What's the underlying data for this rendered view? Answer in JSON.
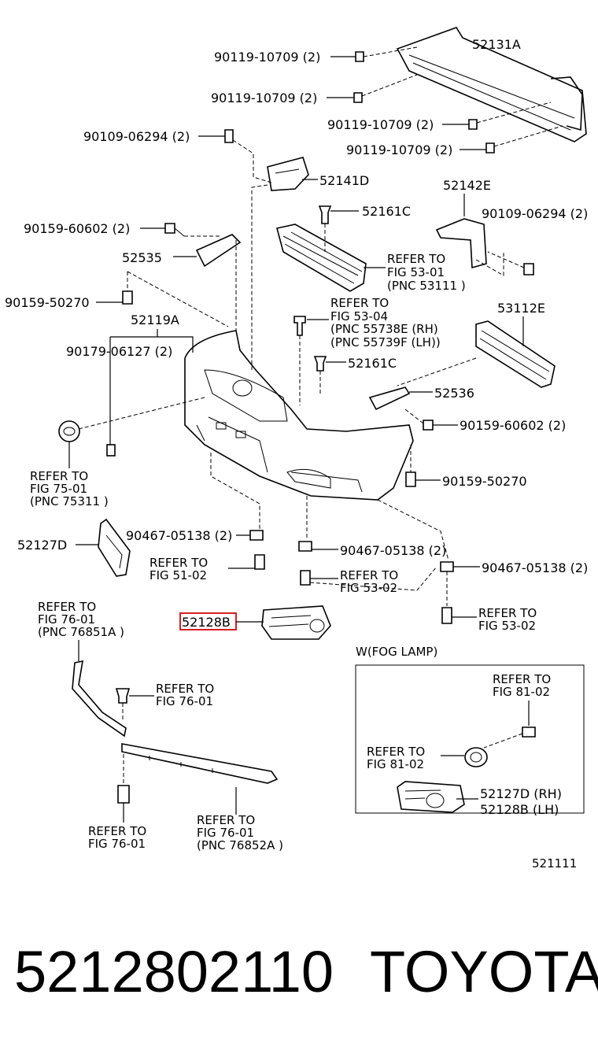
{
  "diagram": {
    "labels": {
      "p52131A": "52131A",
      "b1": "90119-10709 (2)",
      "b2": "90119-10709 (2)",
      "b3": "90119-10709 (2)",
      "b4": "90119-10709 (2)",
      "c1": "90109-06294 (2)",
      "p52141D": "52141D",
      "p52142E": "52142E",
      "c2": "90109-06294 (2)",
      "p52161C_a": "52161C",
      "s1": "90159-60602 (2)",
      "p52535": "52535",
      "ref1_a": "REFER  TO",
      "ref1_b": "FIG   53-01",
      "ref1_c": "(PNC 53111 )",
      "s2": "90159-50270",
      "ref2_a": "REFER  TO",
      "ref2_b": "FIG   53-04",
      "ref2_c": "(PNC 55738E (RH)",
      "ref2_d": "(PNC 55739F (LH))",
      "p53112E": "53112E",
      "p52119A": "52119A",
      "c3": "90179-06127 (2)",
      "p52161C_b": "52161C",
      "p52536": "52536",
      "s3": "90159-60602 (2)",
      "ref3_a": "REFER  TO",
      "ref3_b": "FIG   75-01",
      "ref3_c": "(PNC 75311 )",
      "s4": "90159-50270",
      "p52127D": "52127D",
      "c4": "90467-05138 (2)",
      "c5": "90467-05138 (2)",
      "c6": "90467-05138 (2)",
      "ref4_a": "REFER  TO",
      "ref4_b": "FIG   51-02",
      "ref5_a": "REFER  TO",
      "ref5_b": "FIG   53-02",
      "ref6_a": "REFER  TO",
      "ref6_b": "FIG   53-02",
      "ref7_a": "REFER  TO",
      "ref7_b": "FIG   76-01",
      "ref7_c": "(PNC 76851A )",
      "p52128B": "52128B",
      "fog_title": "W(FOG LAMP)",
      "ref8_a": "REFER  TO",
      "ref8_b": "FIG   76-01",
      "ref9_a": "REFER  TO",
      "ref9_b": "FIG   81-02",
      "ref10_a": "REFER  TO",
      "ref10_b": "FIG   81-02",
      "fog_rh": "52127D (RH)",
      "fog_lh": "52128B (LH)",
      "ref11_a": "REFER  TO",
      "ref11_b": "FIG   76-01",
      "ref12_a": "REFER  TO",
      "ref12_b": "FIG   76-01",
      "ref12_c": "(PNC 76852A )",
      "code": "521111"
    },
    "highlight": "52128B",
    "highlight_color": "#d62020"
  },
  "footer": {
    "part_number": "5212802110",
    "brand": "TOYOTA"
  }
}
